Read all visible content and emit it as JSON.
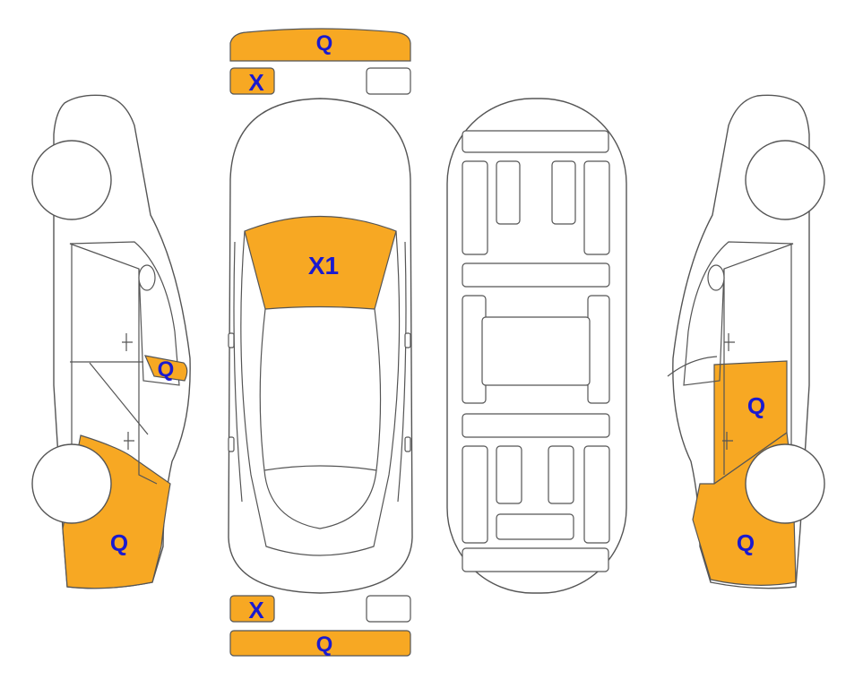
{
  "colors": {
    "damage_fill": "#F7A823",
    "code_text": "#1A1ACF",
    "outline": "#555555"
  },
  "codes": {
    "front_bumper": "Q",
    "front_plate_left": "X",
    "windshield": "X1",
    "left_door_handle": "Q",
    "left_rear_quarter": "Q",
    "right_rear_door": "Q",
    "right_rear_quarter": "Q",
    "rear_plate_left": "X",
    "rear_bumper": "Q"
  }
}
